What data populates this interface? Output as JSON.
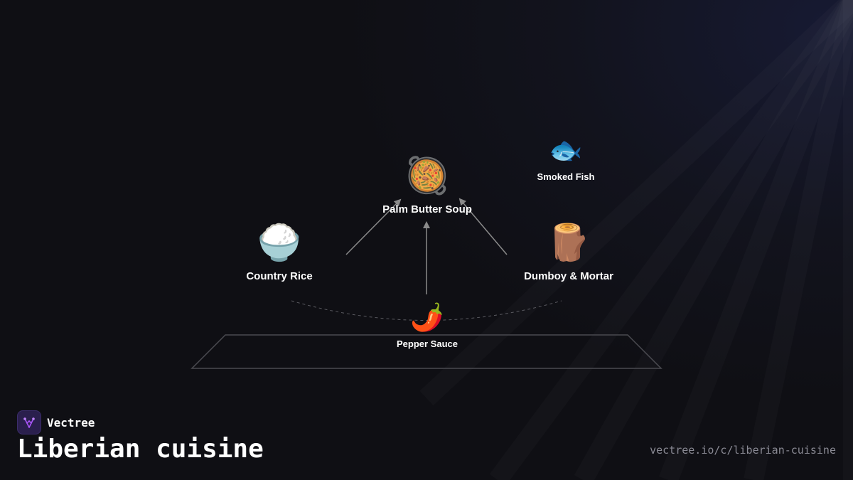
{
  "diagram": {
    "nodes": [
      {
        "id": "palm-butter-soup",
        "label": "Palm Butter Soup",
        "icon": "🥘",
        "icon_name": "paella-pan-icon"
      },
      {
        "id": "smoked-fish",
        "label": "Smoked Fish",
        "icon": "🐟",
        "icon_name": "fish-icon"
      },
      {
        "id": "country-rice",
        "label": "Country Rice",
        "icon": "🍚",
        "icon_name": "rice-bowl-icon"
      },
      {
        "id": "dumboy-mortar",
        "label": "Dumboy & Mortar",
        "icon": "🪵",
        "icon_name": "wood-log-icon"
      },
      {
        "id": "pepper-sauce",
        "label": "Pepper Sauce",
        "icon": "🌶️",
        "icon_name": "chili-pepper-icon"
      }
    ],
    "edges": [
      {
        "from": "country-rice",
        "to": "palm-butter-soup"
      },
      {
        "from": "pepper-sauce",
        "to": "palm-butter-soup"
      },
      {
        "from": "dumboy-mortar",
        "to": "palm-butter-soup"
      }
    ],
    "colors": {
      "background": "#0f0f14",
      "arrow": "#8a8a8a",
      "platform_stroke": "#4a4a50",
      "text": "#ffffff"
    }
  },
  "brand": {
    "name": "Vectree",
    "logo_icon": "vectree-logo-icon",
    "logo_color": "#a855f7"
  },
  "page": {
    "title": "Liberian cuisine",
    "url": "vectree.io/c/liberian-cuisine"
  }
}
